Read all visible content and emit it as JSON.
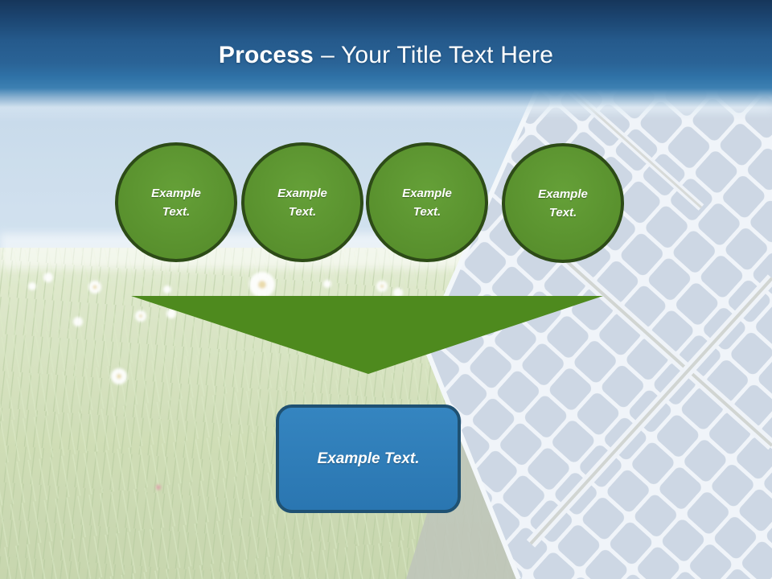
{
  "header": {
    "title_bold": "Process",
    "title_rest": "– Your Title Text Here"
  },
  "steps": [
    {
      "line1": "Example",
      "line2": "Text."
    },
    {
      "line1": "Example",
      "line2": "Text."
    },
    {
      "line1": "Example",
      "line2": "Text."
    },
    {
      "line1": "Example",
      "line2": "Text."
    }
  ],
  "callout": {
    "label": "Example Text."
  },
  "colors": {
    "header_top": "#16365A",
    "header_mid": "#2A6396",
    "circle_fill_light": "#65A038",
    "circle_fill_dark": "#568D2B",
    "circle_border": "#2D4B17",
    "arrow_fill": "#4E8A1E",
    "callout_fill_light": "#3585C0",
    "callout_fill_dark": "#2A76B1",
    "callout_border": "#1F5172",
    "text_color": "#FFFFFF"
  }
}
